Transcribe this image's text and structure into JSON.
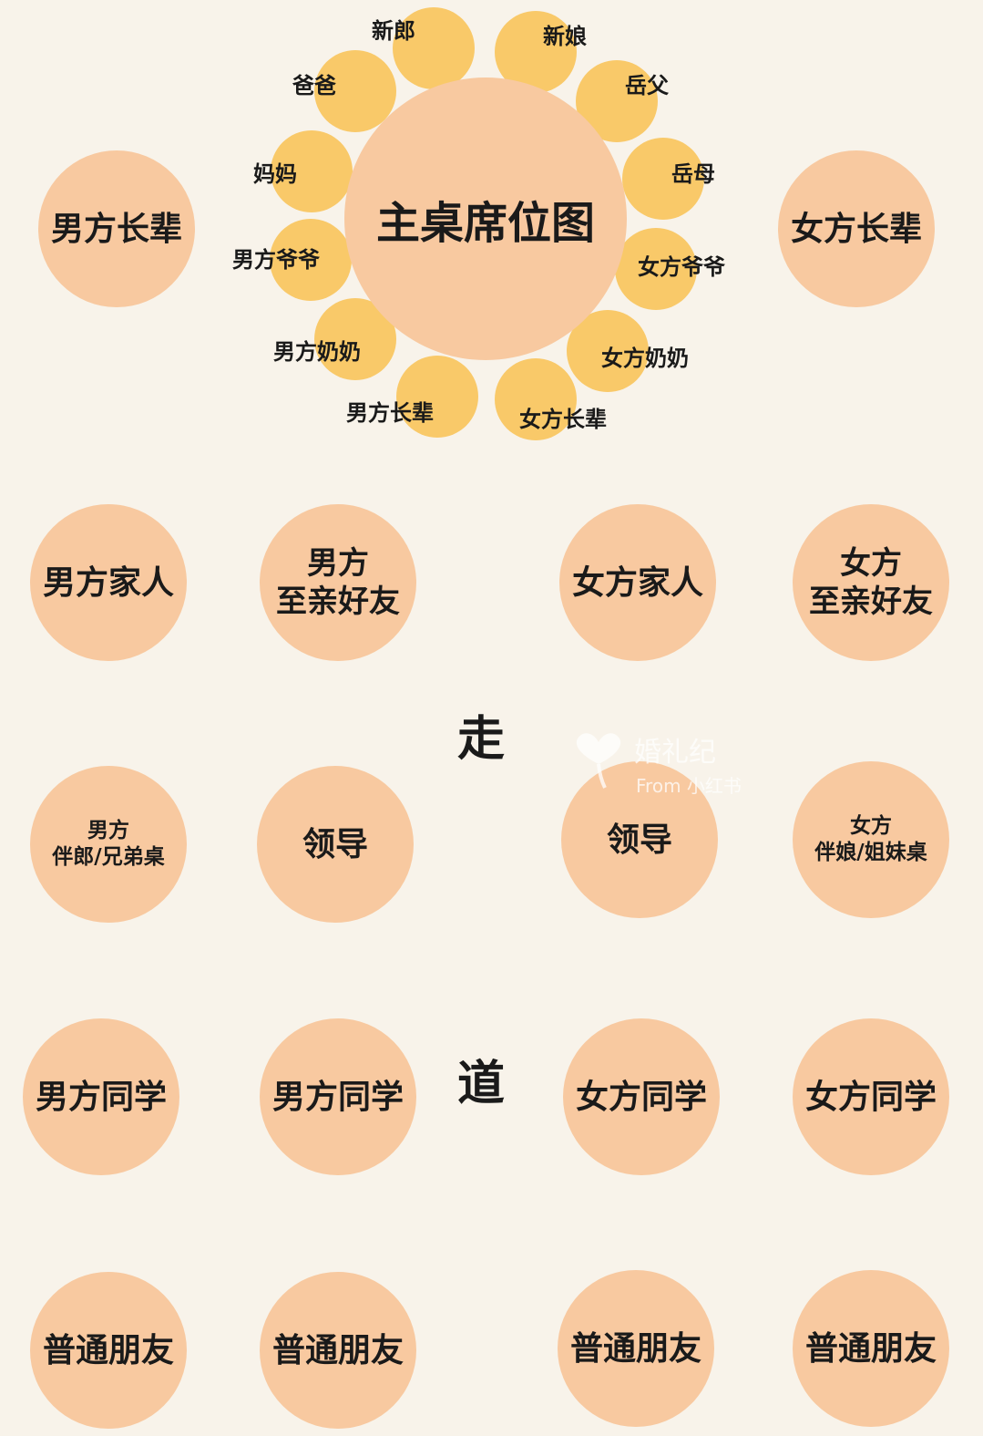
{
  "main_table": {
    "title": "主桌席位图",
    "seats": [
      "新郎",
      "新娘",
      "岳父",
      "岳母",
      "女方爷爷",
      "女方奶奶",
      "女方长辈",
      "男方长辈",
      "男方奶奶",
      "男方爷爷",
      "妈妈",
      "爸爸"
    ]
  },
  "tables": [
    {
      "lines": [
        "男方长辈"
      ]
    },
    {
      "lines": [
        "女方长辈"
      ]
    },
    {
      "lines": [
        "男方家人"
      ]
    },
    {
      "lines": [
        "男方",
        "至亲好友"
      ]
    },
    {
      "lines": [
        "女方家人"
      ]
    },
    {
      "lines": [
        "女方",
        "至亲好友"
      ]
    },
    {
      "lines": [
        "男方",
        "伴郎/兄弟桌"
      ]
    },
    {
      "lines": [
        "领导"
      ]
    },
    {
      "lines": [
        "领导"
      ]
    },
    {
      "lines": [
        "女方",
        "伴娘/姐妹桌"
      ]
    },
    {
      "lines": [
        "男方同学"
      ]
    },
    {
      "lines": [
        "男方同学"
      ]
    },
    {
      "lines": [
        "女方同学"
      ]
    },
    {
      "lines": [
        "女方同学"
      ]
    },
    {
      "lines": [
        "普通朋友"
      ]
    },
    {
      "lines": [
        "普通朋友"
      ]
    },
    {
      "lines": [
        "普通朋友"
      ]
    },
    {
      "lines": [
        "普通朋友"
      ]
    }
  ],
  "aisle": [
    "走",
    "道"
  ],
  "watermark": {
    "brand": "婚礼纪",
    "source": "From 小红书"
  },
  "colors": {
    "background": "#f8f3ea",
    "table": "#f8c9a0",
    "seat": "#f9c969"
  }
}
